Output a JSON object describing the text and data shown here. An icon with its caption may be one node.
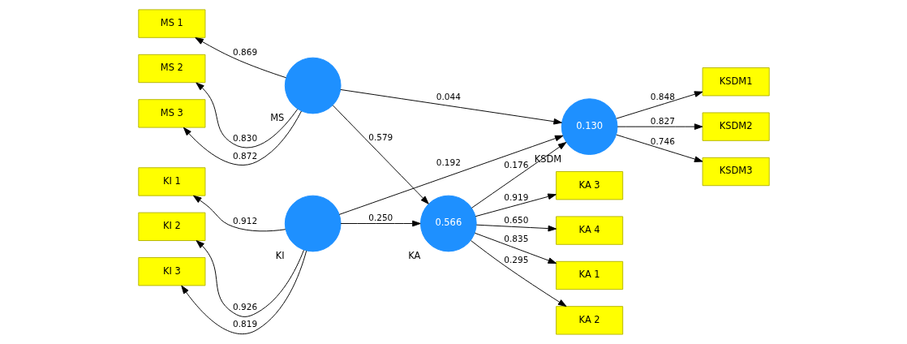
{
  "diagram": {
    "nodes": [
      {
        "text": [
          "KA 1"
        ]
      },
      {
        "text": [
          "KA 2"
        ]
      },
      {
        "text": [
          "KA 3"
        ]
      },
      {
        "text": [
          "KA 4"
        ]
      },
      {
        "text": [
          "MS 1"
        ]
      },
      {
        "text": [
          "MS 2"
        ]
      },
      {
        "text": [
          "MS 3"
        ]
      },
      {
        "text": [],
        "shape": "circle",
        "beside": [
          "MS"
        ]
      },
      {
        "text": [
          "0.566"
        ],
        "beside": [
          "KA"
        ]
      },
      {
        "text": [
          "0.130"
        ],
        "beside": [
          "KSDM"
        ]
      },
      {
        "text": [
          "KSDM1"
        ]
      },
      {
        "text": [
          "KSDM2"
        ]
      },
      {
        "text": [
          "KSDM3"
        ]
      },
      {
        "text": [
          "KI 1"
        ]
      },
      {
        "text": [
          "KI 2"
        ]
      },
      {
        "text": [
          "KI 3"
        ]
      },
      {
        "text": [],
        "shape": "circle",
        "beside": [
          "KI"
        ]
      }
    ],
    "edges": [
      {
        "from": 8,
        "to": 0,
        "arrow": "to",
        "label": "0.835"
      },
      {
        "from": 8,
        "to": 1,
        "arrow": "to",
        "label": "0.295"
      },
      {
        "from": 8,
        "to": 2,
        "arrow": "to",
        "label": "0.919"
      },
      {
        "from": 8,
        "to": 3,
        "arrow": "to",
        "label": "0.650"
      },
      {
        "from": 7,
        "to": 4,
        "arrow": "to",
        "label": "0.869"
      },
      {
        "from": 7,
        "to": 5,
        "arrow": "to",
        "label": "0.830"
      },
      {
        "from": 7,
        "to": 6,
        "arrow": "to",
        "label": "0.872"
      },
      {
        "from": 7,
        "to": 9,
        "arrow": "to",
        "label": "0.044"
      },
      {
        "from": 7,
        "to": 8,
        "arrow": "to",
        "label": "0.579"
      },
      {
        "from": 8,
        "to": 9,
        "arrow": "to",
        "label": "0.176"
      },
      {
        "from": 9,
        "to": 10,
        "arrow": "to",
        "label": "0.848"
      },
      {
        "from": 9,
        "to": 11,
        "arrow": "to",
        "label": "0.827"
      },
      {
        "from": 9,
        "to": 12,
        "arrow": "to",
        "label": "0.746"
      },
      {
        "from": 16,
        "to": 13,
        "arrow": "to",
        "label": "0.912"
      },
      {
        "from": 16,
        "to": 14,
        "arrow": "to",
        "label": "0.926"
      },
      {
        "from": 16,
        "to": 15,
        "arrow": "to",
        "label": "0.819"
      },
      {
        "from": 16,
        "to": 8,
        "arrow": "to",
        "label": "0.250"
      },
      {
        "from": 16,
        "to": 9,
        "arrow": "to",
        "label": "0.192"
      }
    ]
  }
}
